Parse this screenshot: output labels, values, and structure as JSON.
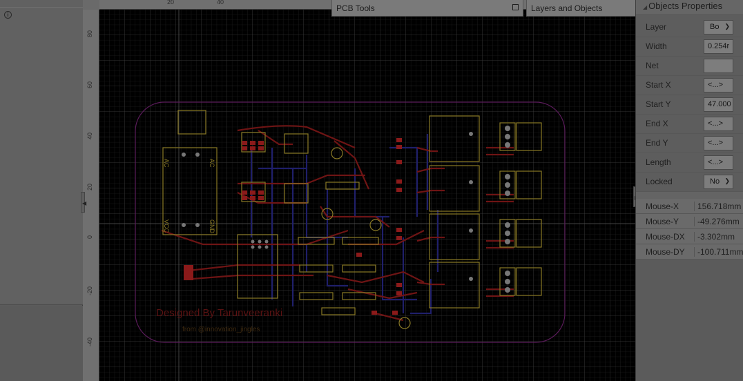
{
  "panels": {
    "pcb_tools": {
      "title": "PCB Tools"
    },
    "layers_objects": {
      "title": "Layers and Objects"
    },
    "objects_properties": {
      "title": "Objects Properties",
      "rows": [
        {
          "label": "Layer",
          "value": "Bo",
          "kind": "select"
        },
        {
          "label": "Width",
          "value": "0.254r",
          "kind": "field"
        },
        {
          "label": "Net",
          "value": "",
          "kind": "field"
        },
        {
          "label": "Start X",
          "value": "<...>",
          "kind": "field"
        },
        {
          "label": "Start Y",
          "value": "47.000",
          "kind": "field"
        },
        {
          "label": "End X",
          "value": "<...>",
          "kind": "field"
        },
        {
          "label": "End Y",
          "value": "<...>",
          "kind": "field"
        },
        {
          "label": "Length",
          "value": "<...>",
          "kind": "field"
        },
        {
          "label": "Locked",
          "value": "No",
          "kind": "select"
        }
      ],
      "mouse": [
        {
          "label": "Mouse-X",
          "value": "156.718mm"
        },
        {
          "label": "Mouse-Y",
          "value": "-49.276mm"
        },
        {
          "label": "Mouse-DX",
          "value": "-3.302mm"
        },
        {
          "label": "Mouse-DY",
          "value": "-100.711mm"
        }
      ]
    }
  },
  "ruler": {
    "top_labels": [
      "20",
      "40"
    ],
    "left_labels": [
      "80",
      "60",
      "40",
      "20",
      "0",
      "-20",
      "-40"
    ]
  },
  "board": {
    "designer_text": "Designed By Tarunveeranki",
    "credit_text": "from @innovation_jingles",
    "psu_labels": [
      "AC",
      "AC",
      "VCC",
      "GND"
    ]
  },
  "colors": {
    "canvas": "#000000",
    "grid": "#2b2b2b",
    "top_trace": "#7a1414",
    "bottom_trace": "#1e1e6e",
    "silk": "#8a7a26",
    "outline": "#5a1b5a",
    "pad": "#8b1a1a"
  }
}
